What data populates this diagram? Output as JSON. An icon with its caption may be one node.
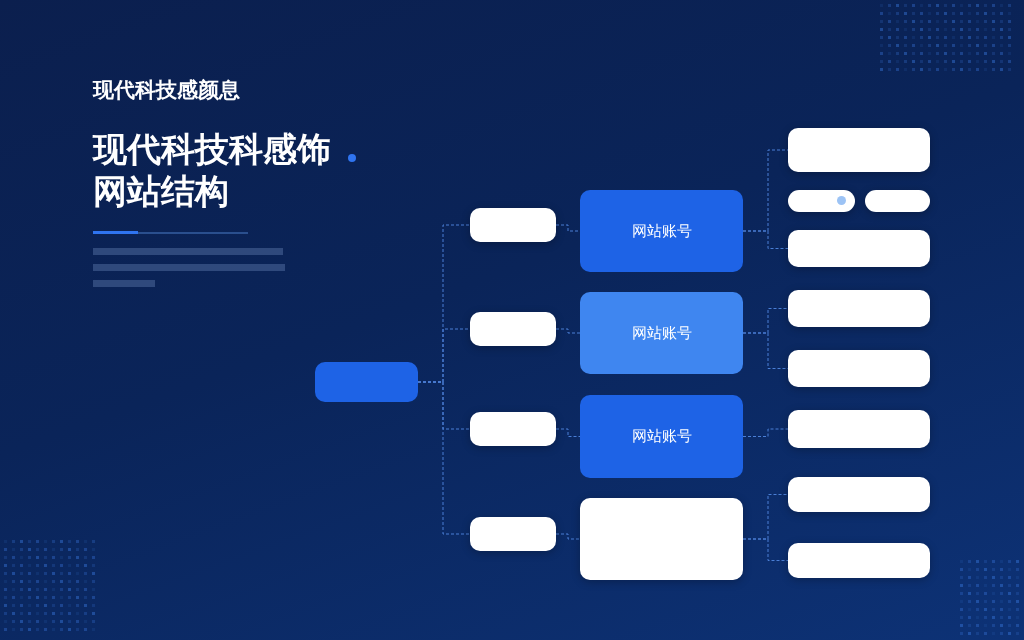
{
  "diagram": {
    "title": "现代科技科感饰网站结构",
    "nodes": [
      {
        "text": [],
        "shape": "box"
      },
      {
        "text": [],
        "shape": "box"
      },
      {
        "text": [],
        "shape": "box"
      },
      {
        "text": [],
        "shape": "box"
      },
      {
        "text": [],
        "shape": "box"
      },
      {
        "text": [
          "网站账号"
        ]
      },
      {
        "text": [
          "网站账号"
        ]
      },
      {
        "text": [
          "网站账号"
        ]
      },
      {
        "text": [],
        "shape": "box"
      },
      {
        "text": [],
        "shape": "box"
      },
      {
        "text": [],
        "shape": "box"
      },
      {
        "text": [],
        "shape": "box"
      },
      {
        "text": [],
        "shape": "box"
      },
      {
        "text": [],
        "shape": "box"
      },
      {
        "text": [],
        "shape": "box"
      },
      {
        "text": [],
        "shape": "box"
      },
      {
        "text": [],
        "shape": "box"
      },
      {
        "text": [],
        "shape": "box"
      }
    ],
    "edges": [
      {
        "from": 0,
        "to": 1,
        "arrow": "none"
      },
      {
        "from": 0,
        "to": 2,
        "arrow": "none"
      },
      {
        "from": 0,
        "to": 3,
        "arrow": "none"
      },
      {
        "from": 0,
        "to": 4,
        "arrow": "none"
      },
      {
        "from": 1,
        "to": 5,
        "arrow": "none"
      },
      {
        "from": 2,
        "to": 6,
        "arrow": "none"
      },
      {
        "from": 3,
        "to": 7,
        "arrow": "none"
      },
      {
        "from": 4,
        "to": 8,
        "arrow": "none"
      },
      {
        "from": 5,
        "to": 9,
        "arrow": "none"
      },
      {
        "from": 5,
        "to": 12,
        "arrow": "none"
      },
      {
        "from": 6,
        "to": 13,
        "arrow": "none"
      },
      {
        "from": 6,
        "to": 14,
        "arrow": "none"
      },
      {
        "from": 7,
        "to": 15,
        "arrow": "none"
      },
      {
        "from": 8,
        "to": 16,
        "arrow": "none"
      },
      {
        "from": 8,
        "to": 17,
        "arrow": "none"
      }
    ],
    "labels": [
      "现代科技感颜息"
    ]
  }
}
